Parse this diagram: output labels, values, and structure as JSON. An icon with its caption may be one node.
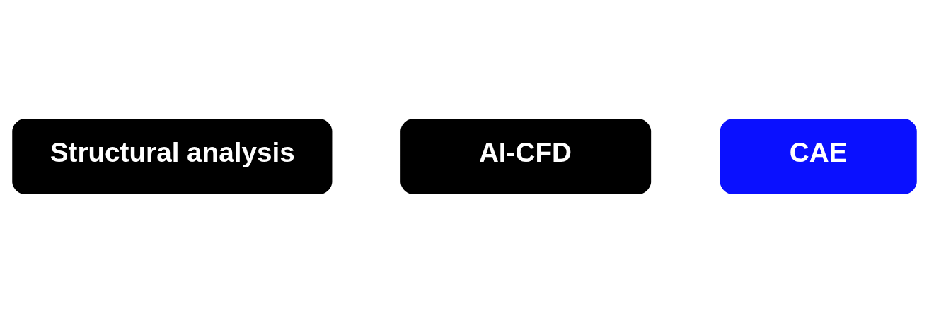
{
  "diagram": {
    "nodes": [
      {
        "text": [
          "Structural analysis"
        ]
      },
      {
        "text": [
          "AI-CFD"
        ]
      },
      {
        "text": [
          "CAE"
        ]
      }
    ],
    "edges": []
  }
}
